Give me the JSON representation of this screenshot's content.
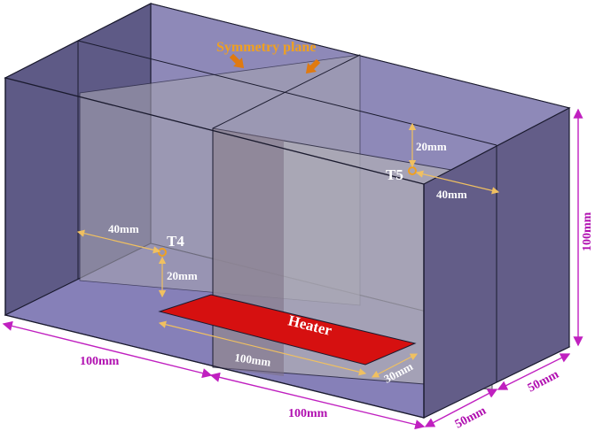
{
  "colors": {
    "box_face": "#8c86c0",
    "box_edge": "#1a1a2e",
    "inner_face": "#9a9ab0",
    "heater": "#d61010",
    "dim_line_inner": "#f0c060",
    "dim_line_outer": "#c020c0",
    "symmetry_arrow": "#e07a10",
    "point_marker": "#f0a020"
  },
  "labels": {
    "symmetry_plane": "Symmetry plane",
    "heater": "Heater",
    "t4": "T4",
    "t5": "T5"
  },
  "dimensions": {
    "t4_x": "40mm",
    "t4_z": "20mm",
    "t5_z": "20mm",
    "t5_x": "40mm",
    "heater_length": "100mm",
    "heater_width": "30mm",
    "outer_bottom_left": "100mm",
    "outer_bottom_right": "100mm",
    "outer_depth_front": "50mm",
    "outer_depth_back": "50mm",
    "outer_height": "100mm"
  },
  "icons": [
    "arrow-down-right-icon",
    "arrow-down-right-icon",
    "point-marker-icon"
  ]
}
